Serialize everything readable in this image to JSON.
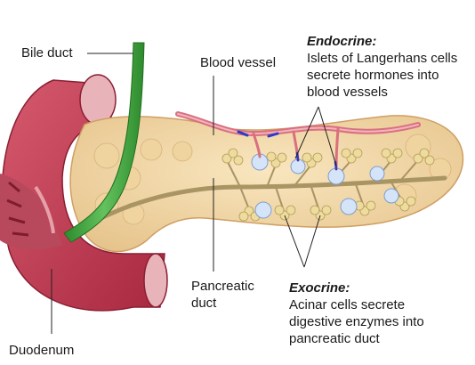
{
  "labels": {
    "bile_duct": "Bile duct",
    "blood_vessel": "Blood vessel",
    "endocrine_title": "Endocrine:",
    "endocrine_lines": [
      "Islets of Langerhans cells",
      "secrete hormones into",
      "blood vessels"
    ],
    "pancreatic_duct_lines": [
      "Pancreatic",
      "duct"
    ],
    "exocrine_title": "Exocrine:",
    "exocrine_lines": [
      "Acinar cells secrete",
      "digestive enzymes into",
      "pancreatic duct"
    ],
    "duodenum": "Duodenum"
  },
  "colors": {
    "pancreas": "#f3d9a6",
    "pancreas_edge": "#d9b57e",
    "duodenum": "#c9405a",
    "duodenum_inner": "#e6a0a8",
    "bile_duct": "#3aa33a",
    "blood_vessel": "#d9707f",
    "islet": "#c8dcf5",
    "acinar": "#e8d39a"
  }
}
